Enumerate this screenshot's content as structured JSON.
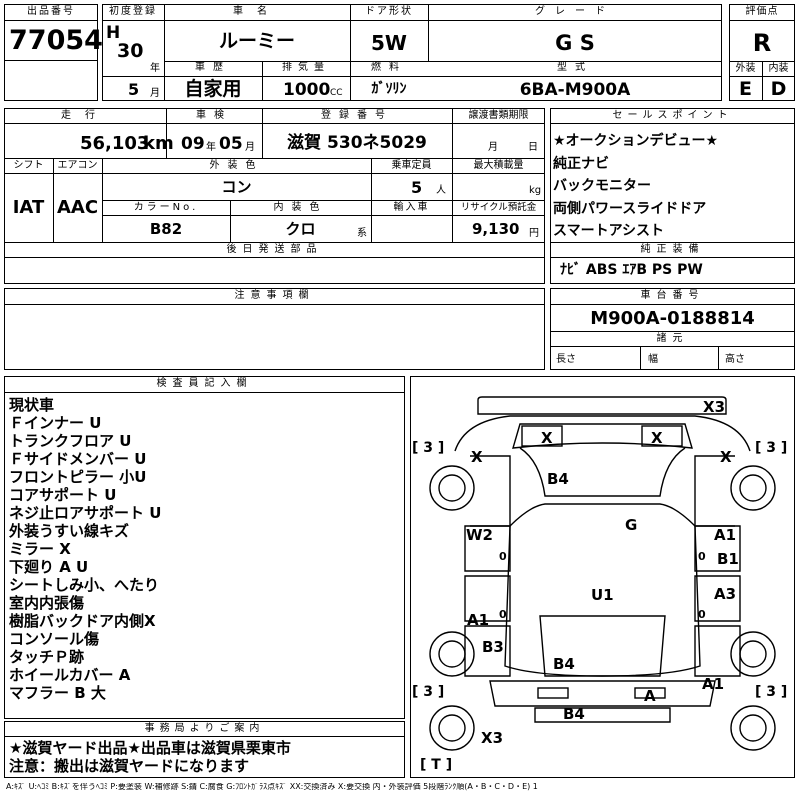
{
  "top": {
    "lot_label": "出品番号",
    "lot_no": "77054",
    "reg_label": "初度登録",
    "era": "H",
    "reg_year": "30",
    "year_unit": "年",
    "reg_month": "5",
    "month_unit": "月",
    "car_name_label": "車名",
    "car_name": "ルーミー",
    "door_label": "ドア形状",
    "door": "5W",
    "grade_label": "グレード",
    "grade": "G S",
    "score_label": "評価点",
    "score": "R",
    "history_label": "車歴",
    "history": "自家用",
    "displacement_label": "排気量",
    "displacement": "1000",
    "cc_unit": "CC",
    "fuel_label": "燃料",
    "fuel": "ｶﾞｿﾘﾝ",
    "model_label": "型式",
    "model": "6BA-M900A",
    "ext_label": "外装",
    "ext_score": "E",
    "int_label": "内装",
    "int_score": "D"
  },
  "middle": {
    "mileage_label": "走行",
    "mileage": "56,103",
    "km_unit": "km",
    "inspection_label": "車検",
    "insp_year": "09",
    "insp_month": "05",
    "year_unit": "年",
    "month_unit": "月",
    "plate_label": "登録番号",
    "plate": "滋賀 530ネ5029",
    "transfer_label": "譲渡書類期限",
    "transfer_month": "月",
    "transfer_day": "日",
    "shift_label": "シフト",
    "shift": "IAT",
    "ac_label": "エアコン",
    "ac": "AAC",
    "color_label": "外装色",
    "color": "コン",
    "capacity_label": "乗車定員",
    "capacity": "5",
    "capacity_unit": "人",
    "load_label": "最大積載量",
    "load_unit": "kg",
    "color_no_label": "カラーNo.",
    "color_no": "B82",
    "interior_color_label": "内装色",
    "interior_color": "クロ",
    "interior_suffix": "系",
    "import_label": "輸入車",
    "recycle_label": "リサイクル預託金",
    "recycle": "9,130",
    "yen_unit": "円",
    "later_parts_label": "後日発送部品",
    "notes_label": "注意事項欄"
  },
  "sales": {
    "title": "セールスポイント",
    "points": [
      "★オークションデビュー★",
      "純正ナビ",
      "バックモニター",
      "両側パワースライドドア",
      "スマートアシスト"
    ],
    "equip_label": "純正装備",
    "equipment": "ﾅﾋﾞ ABS ｴｱB PS PW",
    "chassis_label": "車台番号",
    "chassis": "M900A-0188814",
    "dims_label": "諸元",
    "length_label": "長さ",
    "width_label": "幅",
    "height_label": "高さ"
  },
  "inspector": {
    "title": "検査員記入欄",
    "lines": [
      "現状車",
      "Ｆインナー U",
      "トランクフロア U",
      "Ｆサイドメンバー U",
      "フロントピラー 小U",
      "コアサポート U",
      "ネジ止ロアサポート U",
      "外装うすい線キズ",
      "ミラー X",
      "下廻り A U",
      "シートしみ小、へたり",
      "室内内張傷",
      "樹脂バックドア内側X",
      "コンソール傷",
      "タッチＰ跡",
      "ホイールカバー A",
      "マフラー B 大"
    ]
  },
  "office": {
    "title": "事務局よりご案内",
    "lines": [
      "★滋賀ヤード出品★出品車は滋賀県栗東市",
      "注意：搬出は滋賀ヤードになります"
    ]
  },
  "diagram": {
    "tire_counts": [
      "[ 3 ]",
      "[ 3 ]",
      "[ 3 ]",
      "[ 3 ]"
    ],
    "spare": "[ T ]",
    "marks": [
      "X3",
      "X",
      "X",
      "X",
      "X",
      "B4",
      "G",
      "W2",
      "A1",
      "B1",
      "A3",
      "U1",
      "A1",
      "B3",
      "B4",
      "A",
      "A1",
      "B4",
      "X3",
      "0",
      "0",
      "0",
      "0"
    ]
  },
  "legend": "A:ｷｽﾞ U:ﾍｺﾐ B:ｷｽﾞを伴うﾍｺﾐ P:要塗装 W:補修跡 S:錆 C:腐食 G:ﾌﾛﾝﾄｶﾞﾗｽ点ｷｽﾞ XX:交換済み X:要交換 内・外装評価 5段階ﾗﾝｸ順(A・B・C・D・E) 1"
}
